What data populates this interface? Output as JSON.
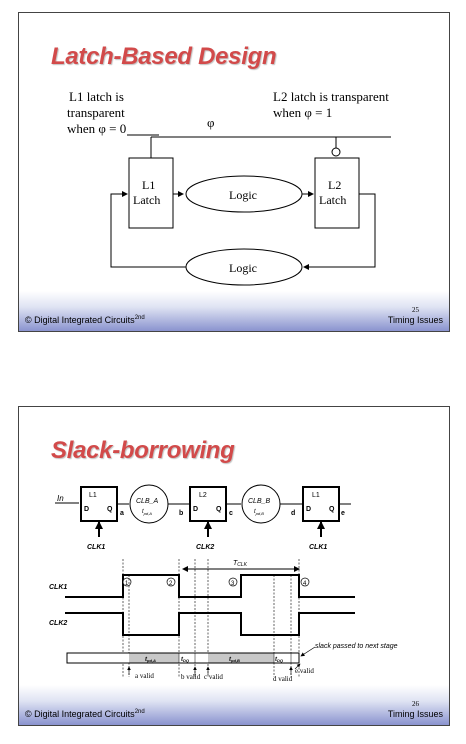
{
  "slide1": {
    "title": "Latch-Based Design",
    "note_left": [
      "L1 latch is",
      "transparent",
      "when φ = 0"
    ],
    "note_right": [
      "L2 latch is transparent",
      "when φ = 1"
    ],
    "phi": "φ",
    "l1_latch": [
      "L1",
      "Latch"
    ],
    "l2_latch": [
      "L2",
      "Latch"
    ],
    "logic_top": "Logic",
    "logic_bottom": "Logic",
    "footer_left": "© Digital Integrated Circuits",
    "footer_sup": "2nd",
    "page_number": "25",
    "footer_right": "Timing Issues"
  },
  "slide2": {
    "title": "Slack-borrowing",
    "in_label": "In",
    "ff1": {
      "name": "L1",
      "d": "D",
      "q": "Q"
    },
    "ff2": {
      "name": "L2",
      "d": "D",
      "q": "Q"
    },
    "ff3": {
      "name": "L1",
      "d": "D",
      "q": "Q"
    },
    "clb_a": {
      "name": "CLB_A",
      "delay": "t"
    },
    "clb_a_sub": "pd,A",
    "clb_b": {
      "name": "CLB_B",
      "delay": "t"
    },
    "clb_b_sub": "pd,B",
    "node_a": "a",
    "node_b": "b",
    "node_c": "c",
    "node_d": "d",
    "node_e": "e",
    "clk1_label_a": "CLK1",
    "clk2_label": "CLK2",
    "clk1_label_b": "CLK1",
    "tclk": "T",
    "tclk_sub": "CLK",
    "markers": [
      "1",
      "2",
      "3",
      "4"
    ],
    "wave_clk1": "CLK1",
    "wave_clk2": "CLK2",
    "seg_pda": "t",
    "seg_pda_sub": "pd,A",
    "seg_dq1": "t",
    "seg_dq1_sub": "DQ",
    "seg_pdb": "t",
    "seg_pdb_sub": "pd,B",
    "seg_dq2": "t",
    "seg_dq2_sub": "DQ",
    "slack_note": "slack passed to next stage",
    "a_valid": "a valid",
    "b_valid": "b valid",
    "c_valid": "c valid",
    "d_valid": "d valid",
    "e_valid": "e valid",
    "footer_left": "© Digital Integrated Circuits",
    "footer_sup": "2nd",
    "page_number": "26",
    "footer_right": "Timing Issues"
  }
}
